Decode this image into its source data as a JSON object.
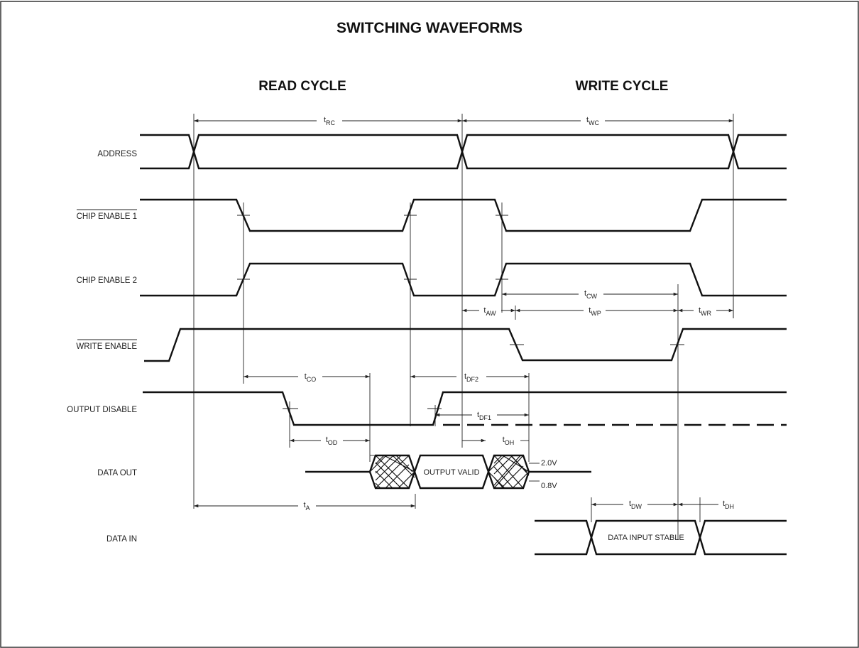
{
  "title": "SWITCHING WAVEFORMS",
  "read_cycle_label": "READ CYCLE",
  "write_cycle_label": "WRITE CYCLE",
  "signals": {
    "address": "ADDRESS",
    "chip_enable_1": "CHIP ENABLE 1",
    "chip_enable_2": "CHIP ENABLE 2",
    "write_enable": "WRITE ENABLE",
    "output_disable": "OUTPUT DISABLE",
    "data_out": "DATA OUT",
    "data_in": "DATA IN"
  },
  "timings": {
    "trc": {
      "t": "t",
      "sub": "RC"
    },
    "twc": {
      "t": "t",
      "sub": "WC"
    },
    "tcw": {
      "t": "t",
      "sub": "CW"
    },
    "taw": {
      "t": "t",
      "sub": "AW"
    },
    "twp": {
      "t": "t",
      "sub": "WP"
    },
    "twr": {
      "t": "t",
      "sub": "WR"
    },
    "tco": {
      "t": "t",
      "sub": "CO"
    },
    "tdf2": {
      "t": "t",
      "sub": "DF2"
    },
    "tdf1": {
      "t": "t",
      "sub": "DF1"
    },
    "tod": {
      "t": "t",
      "sub": "OD"
    },
    "toh": {
      "t": "t",
      "sub": "OH"
    },
    "ta": {
      "t": "t",
      "sub": "A"
    },
    "tdw": {
      "t": "t",
      "sub": "DW"
    },
    "tdh": {
      "t": "t",
      "sub": "DH"
    }
  },
  "levels": {
    "high": "2.0V",
    "low": "0.8V"
  },
  "boxes": {
    "output_valid": "OUTPUT VALID",
    "data_input_stable": "DATA INPUT STABLE"
  }
}
